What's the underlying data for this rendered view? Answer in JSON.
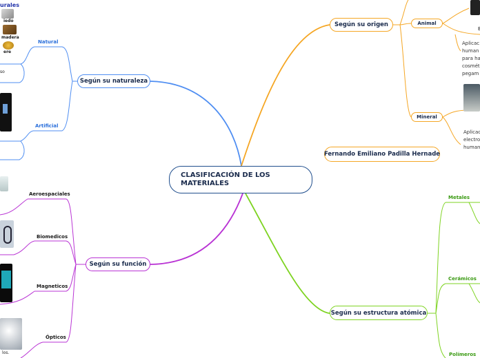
{
  "root": {
    "title": "CLASIFICACIÓN DE LOS MATERIALES"
  },
  "author": "Fernando Emiliano Padilla Hernade",
  "colors": {
    "root_border": "#1e4d8c",
    "naturaleza": "#4f8ef2",
    "origen": "#f5a623",
    "funcion": "#b933d4",
    "estructura": "#7ed321",
    "author": "#f5a623"
  },
  "naturaleza": {
    "label": "Según su naturaleza",
    "natural": "Natural",
    "artificial": "Artificial",
    "corner_title": "urales",
    "samples": [
      "iedo",
      "madera",
      "ere"
    ],
    "fragment": "so"
  },
  "origen": {
    "label": "Según su origen",
    "animal": "Animal",
    "mineral": "Mineral",
    "animal_tag": "E",
    "animal_desc": [
      "Aplicac",
      "human",
      "para ha",
      "cosmét",
      "pegam"
    ],
    "mineral_desc": [
      "Aplicac",
      "electro",
      "human"
    ]
  },
  "funcion": {
    "label": "Según su función",
    "items": [
      "Aeroespaciales",
      "Biomedicos",
      "Magneticos",
      "Ópticos"
    ],
    "fragment": "los."
  },
  "estructura": {
    "label": "Según su estructura atómica",
    "items": [
      "Metales",
      "Cerámicos",
      "Polímeros"
    ]
  }
}
